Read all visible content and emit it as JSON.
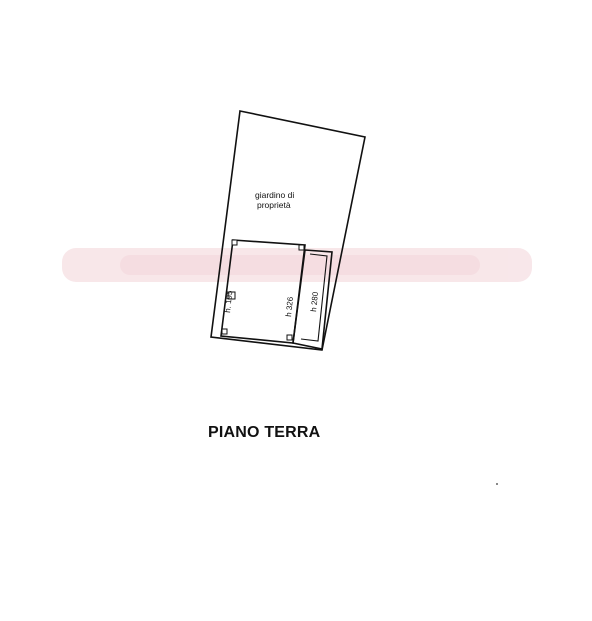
{
  "plan": {
    "garden_label_line1": "giardino di",
    "garden_label_line2": "proprietà",
    "height_label_left": "h. 195",
    "height_label_middle": "h 326",
    "height_label_right": "h 280",
    "floor_title": "PIANO TERRA"
  },
  "colors": {
    "ink": "#111111",
    "watermark": "#e8b9c0",
    "background": "#ffffff"
  }
}
